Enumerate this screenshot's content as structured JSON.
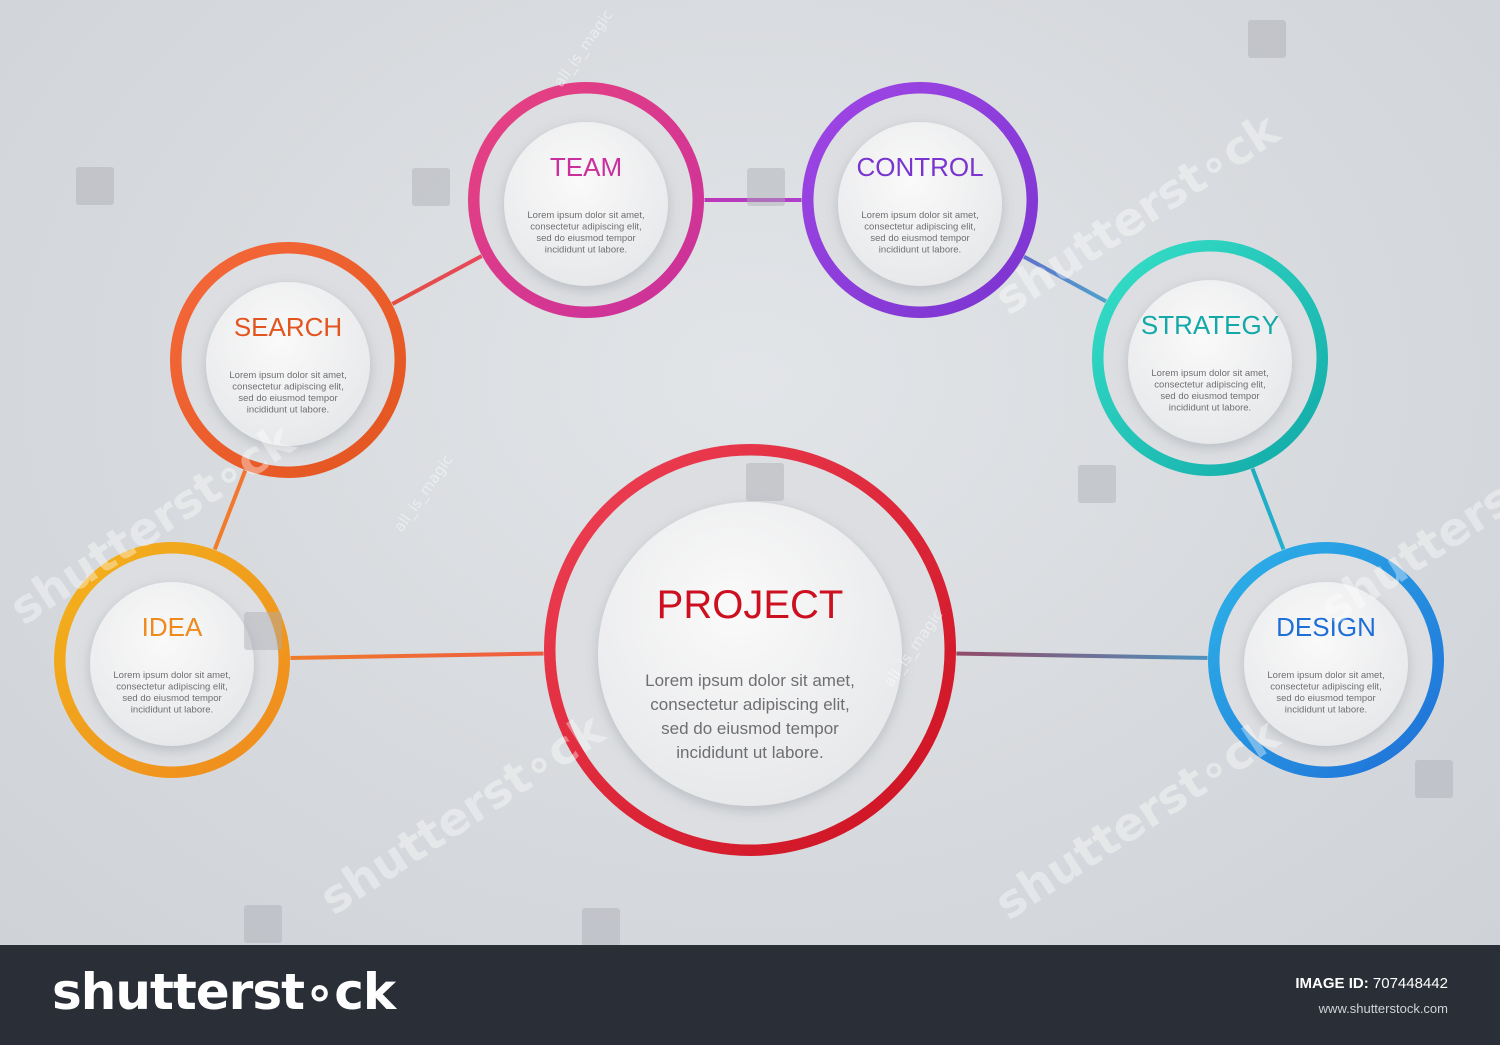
{
  "diagram": {
    "center": {
      "title": "PROJECT",
      "body": [
        "Lorem ipsum dolor sit amet,",
        "consectetur adipiscing elit,",
        "sed do eiusmod tempor",
        "incididunt ut labore."
      ]
    },
    "nodes": [
      {
        "id": "idea",
        "title": "IDEA",
        "color_a": "#f2b21b",
        "color_b": "#ef8a1f",
        "body": [
          "Lorem ipsum dolor sit amet,",
          "consectetur adipiscing elit,",
          "sed do eiusmod tempor",
          "incididunt ut labore."
        ]
      },
      {
        "id": "search",
        "title": "SEARCH",
        "color_a": "#f5683a",
        "color_b": "#e2551f",
        "body": [
          "Lorem ipsum dolor sit amet,",
          "consectetur adipiscing elit,",
          "sed do eiusmod tempor",
          "incididunt ut labore."
        ]
      },
      {
        "id": "team",
        "title": "TEAM",
        "color_a": "#e8427f",
        "color_b": "#c9309d",
        "body": [
          "Lorem ipsum dolor sit amet,",
          "consectetur adipiscing elit,",
          "sed do eiusmod tempor",
          "incididunt ut labore."
        ]
      },
      {
        "id": "control",
        "title": "CONTROL",
        "color_a": "#a046e6",
        "color_b": "#7a34cf",
        "body": [
          "Lorem ipsum dolor sit amet,",
          "consectetur adipiscing elit,",
          "sed do eiusmod tempor",
          "incididunt ut labore."
        ]
      },
      {
        "id": "strategy",
        "title": "STRATEGY",
        "color_a": "#36e0c8",
        "color_b": "#12a9a8",
        "body": [
          "Lorem ipsum dolor sit amet,",
          "consectetur adipiscing elit,",
          "sed do eiusmod tempor",
          "incididunt ut labore."
        ]
      },
      {
        "id": "design",
        "title": "DESIGN",
        "color_a": "#2db3e8",
        "color_b": "#1f6fd8",
        "body": [
          "Lorem ipsum dolor sit amet,",
          "consectetur adipiscing elit,",
          "sed do eiusmod tempor",
          "incididunt ut labore."
        ]
      }
    ],
    "center_color_a": "#ef4155",
    "center_color_b": "#cc1020"
  },
  "watermark": {
    "brand": "shutterst∘ck",
    "author": "all_is_magic"
  },
  "footer": {
    "logo": "shutterst∘ck",
    "image_id_label": "IMAGE ID:",
    "image_id": "707448442",
    "url": "www.shutterstock.com"
  }
}
